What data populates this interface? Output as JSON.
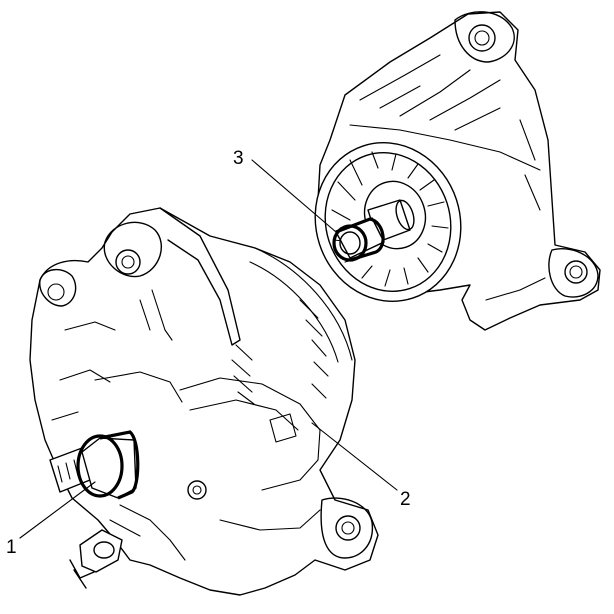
{
  "figure": {
    "callouts": [
      {
        "id": "1",
        "label": "1"
      },
      {
        "id": "2",
        "label": "2"
      },
      {
        "id": "3",
        "label": "3"
      }
    ]
  },
  "colors": {
    "line": "#000000",
    "background": "#ffffff"
  }
}
